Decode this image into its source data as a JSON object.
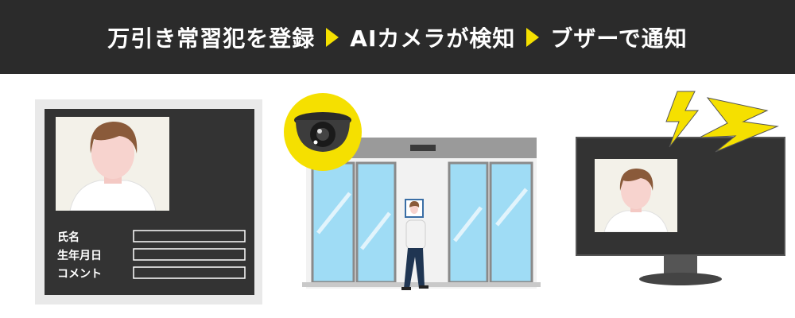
{
  "header": {
    "step1": "万引き常習犯を登録",
    "step2": "AIカメラが検知",
    "step3": "ブザーで通知"
  },
  "card": {
    "fields": [
      "氏名",
      "生年月日",
      "コメント"
    ]
  },
  "colors": {
    "banner_bg": "#2b2b2b",
    "accent_yellow": "#f5e000",
    "glass_blue": "#9fdcf5",
    "panel_dark": "#333333"
  }
}
